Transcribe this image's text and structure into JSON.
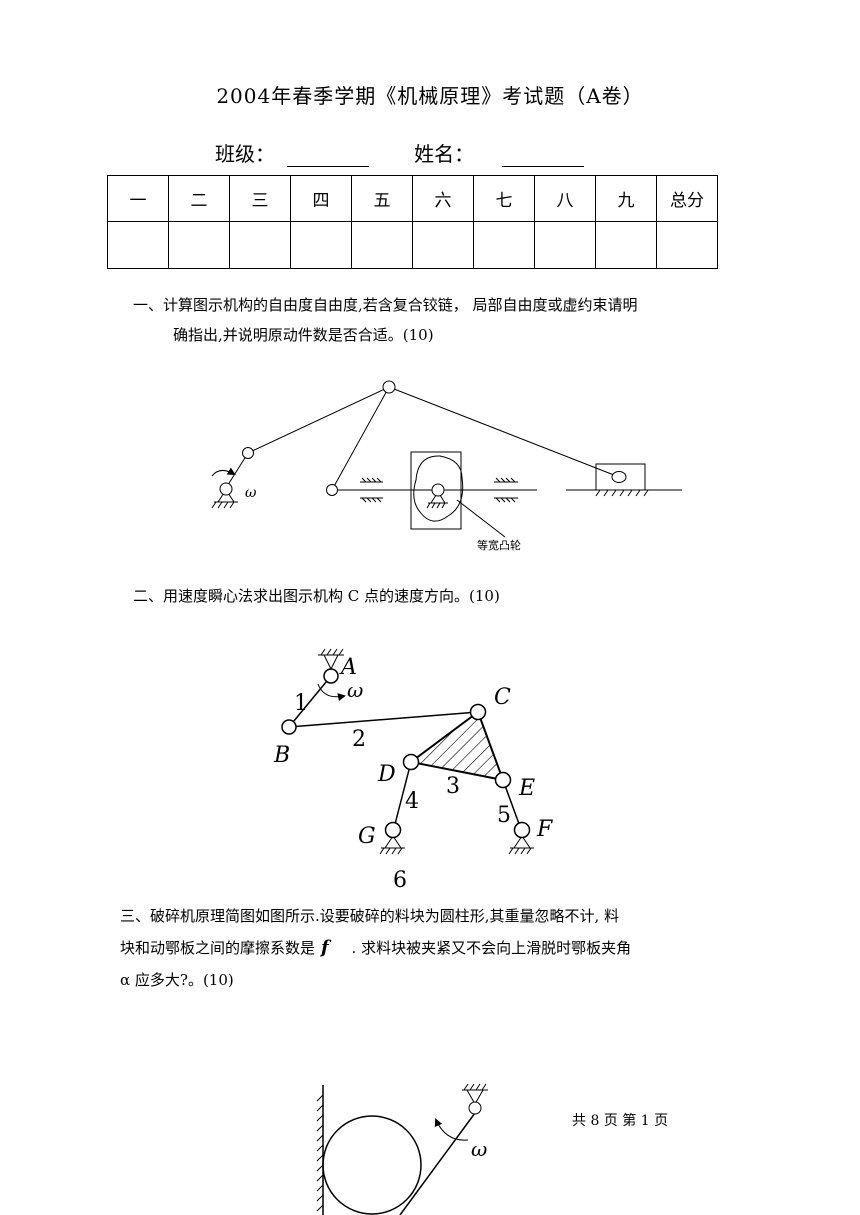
{
  "title": "2004年春季学期《机械原理》考试题（A卷）",
  "fields": {
    "class_label": "班级：",
    "name_label": "姓名："
  },
  "score_table": {
    "headers": [
      "一",
      "二",
      "三",
      "四",
      "五",
      "六",
      "七",
      "八",
      "九",
      "总分"
    ]
  },
  "questions": {
    "q1": {
      "line1": "一、计算图示机构的自由度自由度,若含复合铰链， 局部自由度或虚约束请明",
      "line2": "确指出,并说明原动件数是否合适。(10)",
      "figure": {
        "omega": "ω",
        "cam_label": "等宽凸轮"
      }
    },
    "q2": {
      "text": "二、用速度瞬心法求出图示机构 C 点的速度方向。(10)",
      "figure": {
        "A": "A",
        "B": "B",
        "C": "C",
        "D": "D",
        "E": "E",
        "F": "F",
        "G": "G",
        "omega": "ω",
        "n1": "1",
        "n2": "2",
        "n3": "3",
        "n4": "4",
        "n5": "5",
        "n6": "6"
      }
    },
    "q3": {
      "line1": "三、破碎机原理简图如图所示.设要破碎的料块为圆柱形,其重量忽略不计,      料",
      "line2a": "块和动鄂板之间的摩擦系数是",
      "line2_f": "f",
      "line2b": " . 求料块被夹紧又不会向上滑脱时鄂板夹角",
      "line3": "α 应多大?。(10)",
      "figure": {
        "omega": "ω"
      }
    }
  },
  "footer": "共 8 页   第 1 页"
}
